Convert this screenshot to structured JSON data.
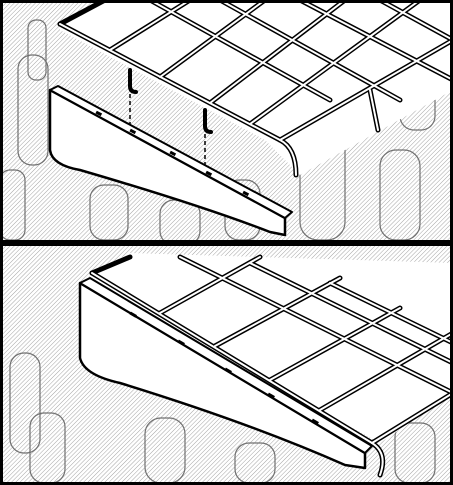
{
  "figure": {
    "panels": [
      {
        "step": "hang",
        "content": [
          "wall-texture",
          "bracket",
          "wire-shelf",
          "hooks",
          "alignment-guides"
        ]
      },
      {
        "step": "assembled",
        "content": [
          "wall-texture",
          "bracket",
          "wire-shelf"
        ]
      }
    ],
    "colors": {
      "ink": "#000000",
      "paper": "#ffffff",
      "wall_hatch": "#8a8a8a"
    }
  }
}
